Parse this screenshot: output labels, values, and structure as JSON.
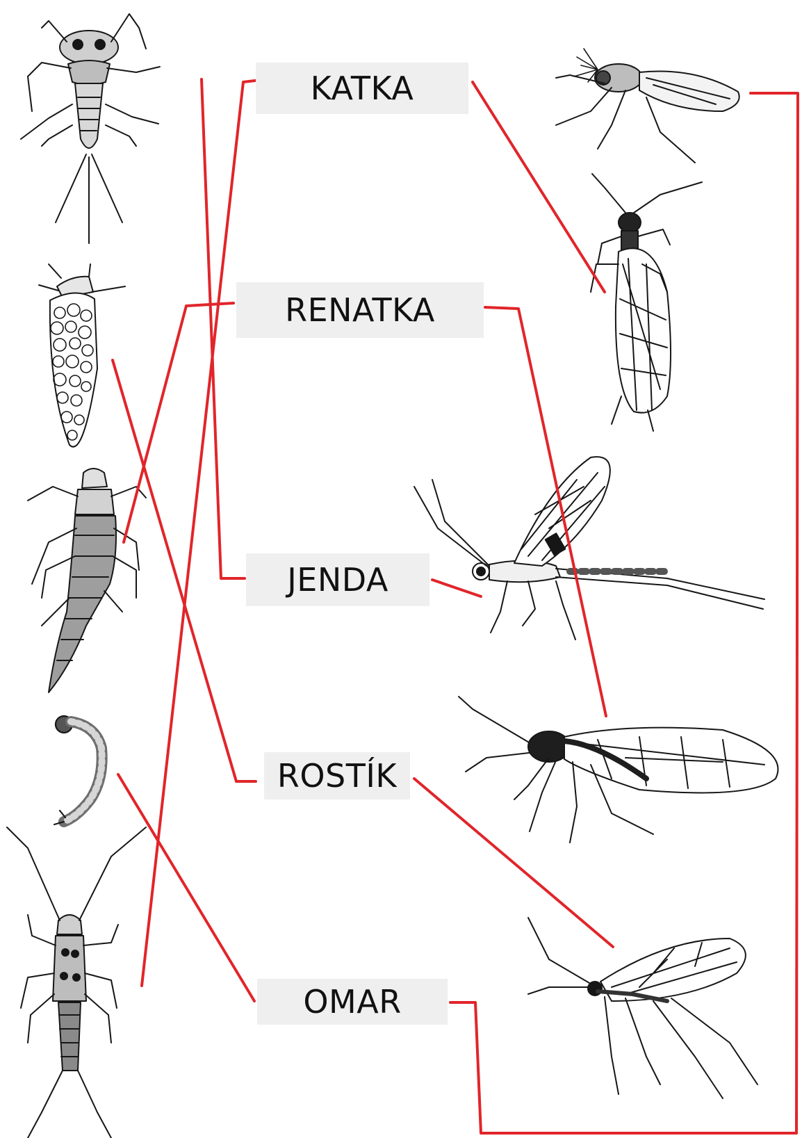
{
  "names": [
    "KATKA",
    "RENATKA",
    "JENDA",
    "ROSTÍK",
    "OMAR"
  ],
  "colors": {
    "line": "#e1252a",
    "ink": "#161616",
    "box": "#efefef"
  },
  "illustrations": {
    "larvae": [
      "mayfly-larva",
      "caddisfly-larva-in-case",
      "beetle-like-larva",
      "midge-larva",
      "stonefly-larva"
    ],
    "adults": [
      "midge-adult",
      "stonefly-adult",
      "mayfly-adult",
      "alderfly-adult",
      "caddisfly-adult"
    ]
  }
}
